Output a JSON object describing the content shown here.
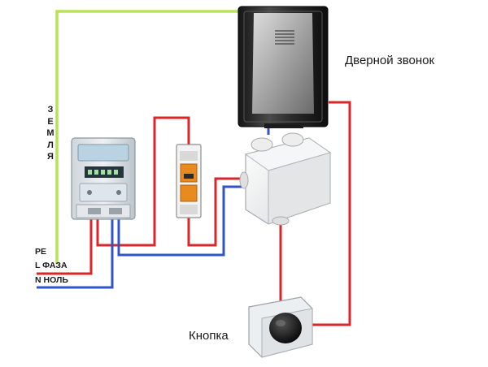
{
  "labels": {
    "doorbell": "Дверной звонок",
    "button": "Кнопка",
    "earth_letters": [
      "З",
      "Е",
      "М",
      "Л",
      "Я"
    ],
    "pe": "PE",
    "phase": "L ФАЗА",
    "neutral": "N НОЛЬ"
  },
  "colors": {
    "earth_wire": "#b8e05a",
    "phase_wire": "#d9262b",
    "neutral_wire": "#2f55c8",
    "bell_body": "#2b2b2b"
  },
  "icons": [
    "electric-meter-icon",
    "circuit-breaker-icon",
    "junction-box-icon",
    "doorbell-icon",
    "push-button-icon"
  ]
}
